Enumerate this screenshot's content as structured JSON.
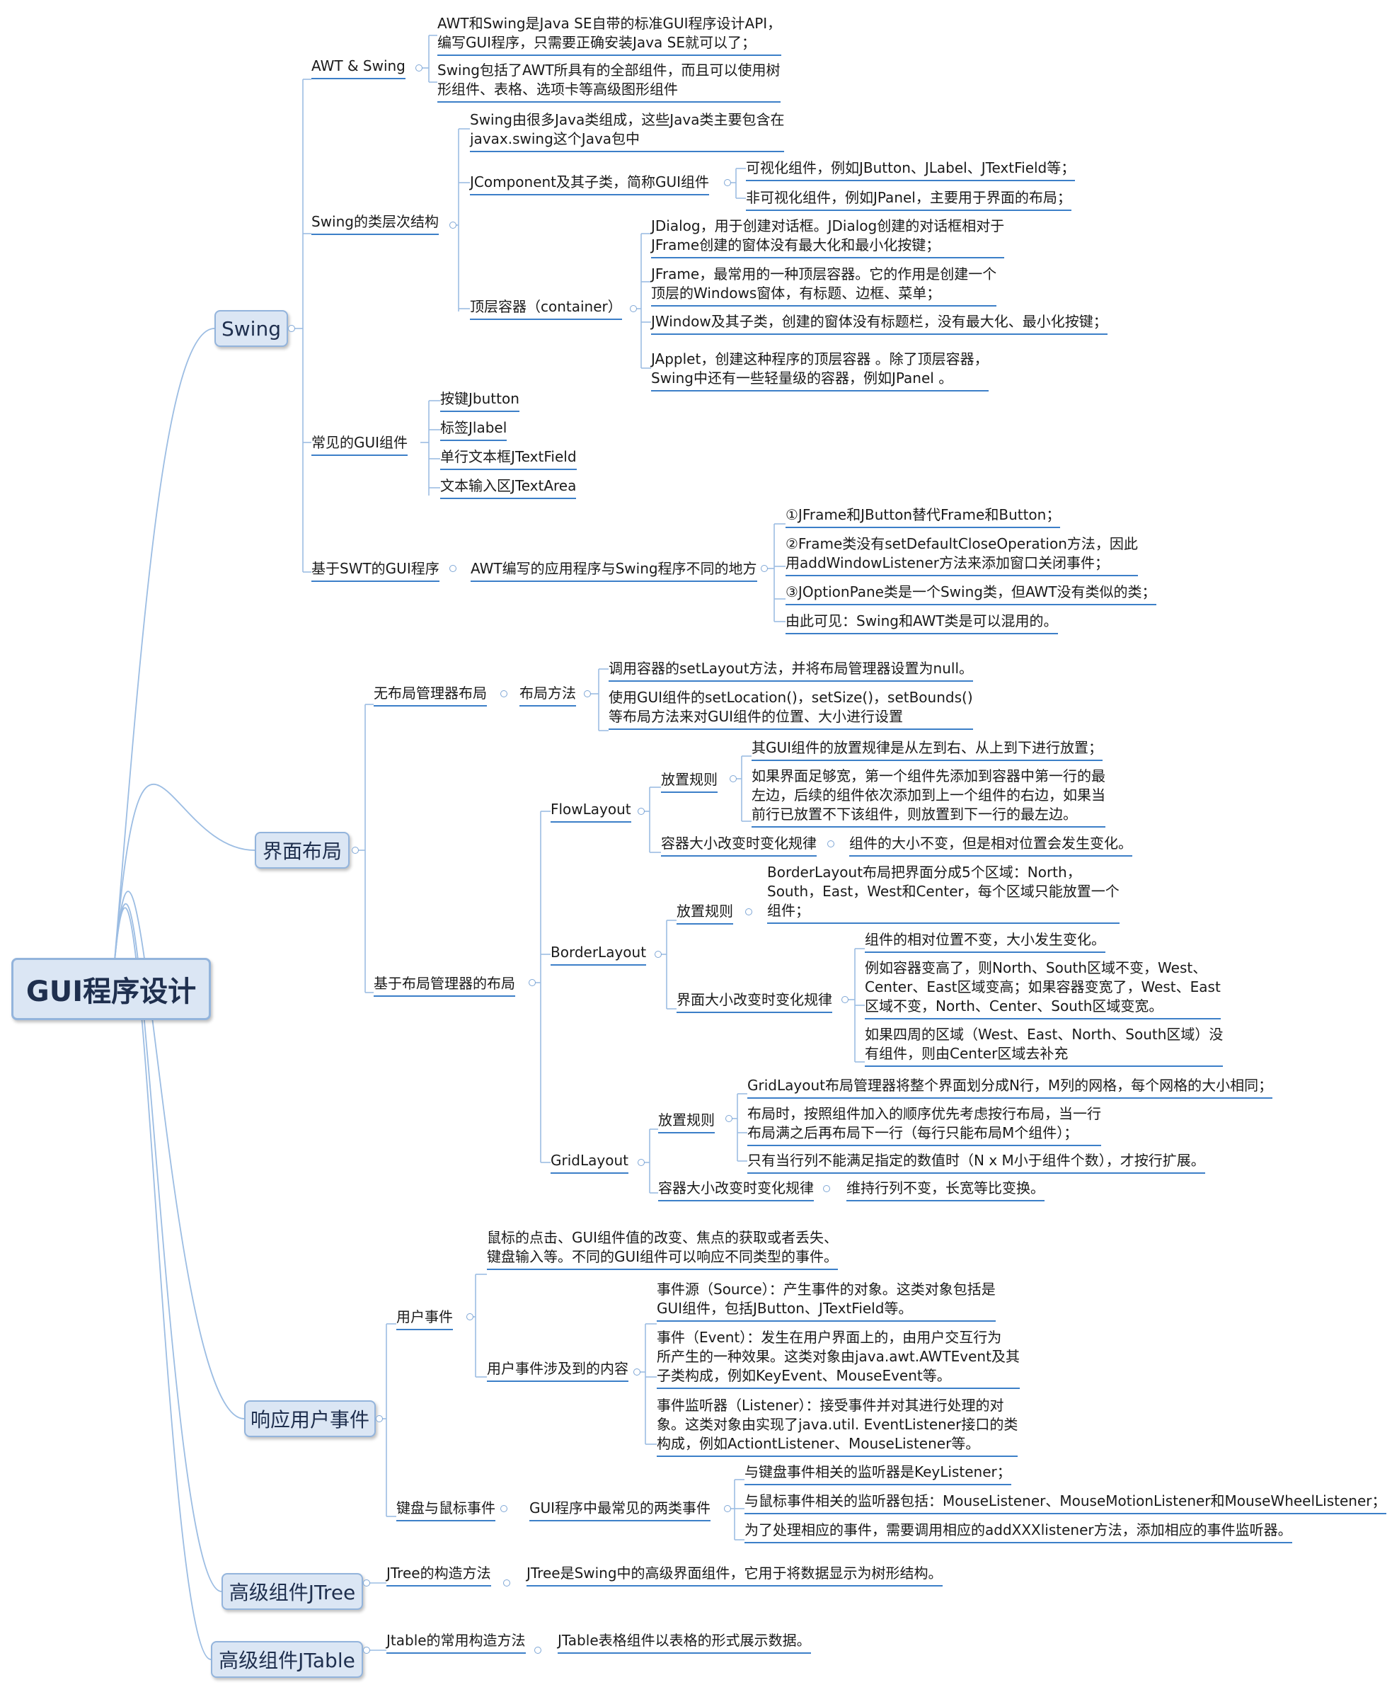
{
  "root": "GUI程序设计",
  "swing": {
    "title": "Swing",
    "awt_swing": {
      "label": "AWT & Swing",
      "n1": [
        "AWT和Swing是Java SE自带的标准GUI程序设计API，",
        "编写GUI程序，只需要正确安装Java SE就可以了；"
      ],
      "n2": [
        "Swing包括了AWT所具有的全部组件，而且可以使用树",
        "形组件、表格、选项卡等高级图形组件"
      ]
    },
    "hierarchy": {
      "label": "Swing的类层次结构",
      "intro": [
        "Swing由很多Java类组成，这些Java类主要包含在",
        "javax.swing这个Java包中"
      ],
      "jcomponent": {
        "label": "JComponent及其子类，简称GUI组件",
        "visible": "可视化组件，例如JButton、JLabel、JTextField等；",
        "invisible": "非可视化组件，例如JPanel，主要用于界面的布局；"
      },
      "container": {
        "label": "顶层容器（container）",
        "jdialog": [
          "JDialog，用于创建对话框。JDialog创建的对话框相对于",
          "JFrame创建的窗体没有最大化和最小化按键；"
        ],
        "jframe": [
          "JFrame，最常用的一种顶层容器。它的作用是创建一个",
          "顶层的Windows窗体，有标题、边框、菜单；"
        ],
        "jwindow": "JWindow及其子类，创建的窗体没有标题栏，没有最大化、最小化按键；",
        "japplet": [
          "JApplet，创建这种程序的顶层容器 。除了顶层容器，",
          "Swing中还有一些轻量级的容器，例如JPanel 。"
        ]
      }
    },
    "components": {
      "label": "常见的GUI组件",
      "items": [
        "按键Jbutton",
        "标签Jlabel",
        "单行文本框JTextField",
        "文本输入区JTextArea"
      ]
    },
    "swt": {
      "label": "基于SWT的GUI程序",
      "diff_label": "AWT编写的应用程序与Swing程序不同的地方",
      "d1": "①JFrame和JButton替代Frame和Button；",
      "d2": [
        "②Frame类没有setDefaultCloseOperation方法，因此",
        "用addWindowListener方法来添加窗口关闭事件；"
      ],
      "d3": "③JOptionPane类是一个Swing类，但AWT没有类似的类；",
      "d4": "由此可见：Swing和AWT类是可以混用的。"
    }
  },
  "layout": {
    "title": "界面布局",
    "no_manager": {
      "label": "无布局管理器布局",
      "method_label": "布局方法",
      "m1": "调用容器的setLayout方法，并将布局管理器设置为null。",
      "m2": [
        "使用GUI组件的setLocation()，setSize()，setBounds()",
        "等布局方法来对GUI组件的位置、大小进行设置"
      ]
    },
    "with_manager": {
      "label": "基于布局管理器的布局",
      "flow": {
        "label": "FlowLayout",
        "rule_label": "放置规则",
        "r1": "其GUI组件的放置规律是从左到右、从上到下进行放置；",
        "r2": [
          "如果界面足够宽，第一个组件先添加到容器中第一行的最",
          "左边，后续的组件依次添加到上一个组件的右边，如果当",
          "前行已放置不下该组件，则放置到下一行的最左边。"
        ],
        "resize_label": "容器大小改变时变化规律",
        "resize_value": "组件的大小不变，但是相对位置会发生变化。"
      },
      "border": {
        "label": "BorderLayout",
        "rule_label": "放置规则",
        "rule_value": [
          "BorderLayout布局把界面分成5个区域：North，",
          "South，East，West和Center，每个区域只能放置一个",
          "组件；"
        ],
        "resize_label": "界面大小改变时变化规律",
        "c1": "组件的相对位置不变，大小发生变化。",
        "c2": [
          "例如容器变高了，则North、South区域不变，West、",
          "Center、East区域变高；如果容器变宽了，West、East",
          "区域不变，North、Center、South区域变宽。"
        ],
        "c3": [
          "如果四周的区域（West、East、North、South区域）没",
          "有组件，则由Center区域去补充"
        ]
      },
      "grid": {
        "label": "GridLayout",
        "rule_label": "放置规则",
        "r1": "GridLayout布局管理器将整个界面划分成N行，M列的网格，每个网格的大小相同；",
        "r2": [
          "布局时，按照组件加入的顺序优先考虑按行布局，当一行",
          "布局满之后再布局下一行（每行只能布局M个组件）；"
        ],
        "r3": "只有当行列不能满足指定的数值时（N x M小于组件个数），才按行扩展。",
        "resize_label": "容器大小改变时变化规律",
        "resize_value": "维持行列不变，长宽等比变换。"
      }
    }
  },
  "events": {
    "title": "响应用户事件",
    "user_events": {
      "label": "用户事件",
      "desc": [
        "鼠标的点击、GUI组件值的改变、焦点的获取或者丢失、",
        "键盘输入等。不同的GUI组件可以响应不同类型的事件。"
      ],
      "content_label": "用户事件涉及到的内容",
      "source": [
        "事件源（Source）：产生事件的对象。这类对象包括是",
        "GUI组件，包括JButton、JTextField等。"
      ],
      "event": [
        "事件（Event）：发生在用户界面上的，由用户交互行为",
        "所产生的一种效果。这类对象由java.awt.AWTEvent及其",
        "子类构成，例如KeyEvent、MouseEvent等。"
      ],
      "listener": [
        "事件监听器（Listener）：接受事件并对其进行处理的对",
        "象。这类对象由实现了java.util. EventListener接口的类",
        "构成，例如ActiontListener、MouseListener等。"
      ]
    },
    "kb_mouse": {
      "label": "键盘与鼠标事件",
      "common_label": "GUI程序中最常见的两类事件",
      "k1": "与键盘事件相关的监听器是KeyListener；",
      "k2": "与鼠标事件相关的监听器包括：MouseListener、MouseMotionListener和MouseWheelListener；",
      "k3": "为了处理相应的事件，需要调用相应的addXXXlistener方法，添加相应的事件监听器。"
    }
  },
  "jtree": {
    "title": "高级组件JTree",
    "ctor_label": "JTree的构造方法",
    "desc": "JTree是Swing中的高级界面组件，它用于将数据显示为树形结构。"
  },
  "jtable": {
    "title": "高级组件JTable",
    "ctor_label": "Jtable的常用构造方法",
    "desc": "JTable表格组件以表格的形式展示数据。"
  },
  "colors": {
    "connector": "#9cbde3",
    "underline": "#3c7fc8",
    "box_fill": "#dbe6f4",
    "box_border": "#93b4dc",
    "box_text": "#1f2f4e"
  }
}
